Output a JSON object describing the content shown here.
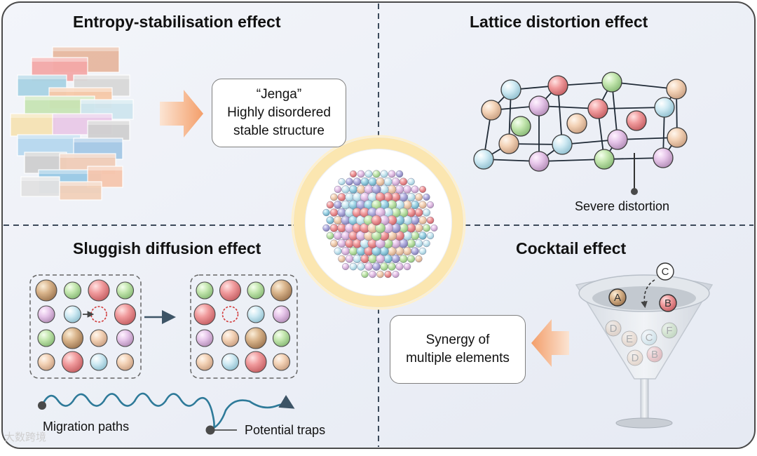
{
  "panels": {
    "entropy": {
      "title": "Entropy-stabilisation effect",
      "box_lines": [
        "“Jenga”",
        "Highly disordered",
        "stable structure"
      ]
    },
    "lattice": {
      "title": "Lattice distortion effect",
      "callout": "Severe distortion"
    },
    "sluggish": {
      "title": "Sluggish diffusion effect",
      "migration": "Migration paths",
      "traps": "Potential traps"
    },
    "cocktail": {
      "title": "Cocktail effect",
      "box_lines": [
        "Synergy of",
        "multiple elements"
      ],
      "elements": {
        "a": "A",
        "b": "B",
        "c": "C",
        "faded": [
          "D",
          "E",
          "C",
          "F",
          "D",
          "B"
        ]
      }
    }
  },
  "watermark": "大数跨境",
  "colors": {
    "panel_bg": "#edf0f7",
    "border": "#4a4a4a",
    "divider": "#3c4a5a",
    "arrow_orange": "#f6a36b",
    "ring_yellow": "#fbe2a3",
    "atom_blue": "#cde9f2",
    "atom_red": "#f0a0a2",
    "atom_green": "#c8e8b4",
    "atom_pink": "#e8c8ea",
    "atom_tan": "#f3d3b8",
    "atom_brown": "#d8b58e"
  }
}
